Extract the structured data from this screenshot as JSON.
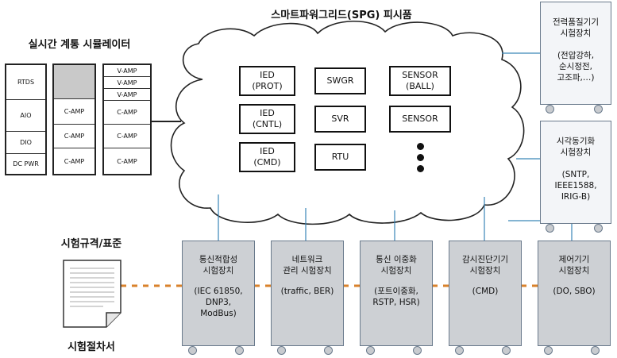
{
  "cloud": {
    "title": "스마트파워그리드(SPG) 피시품"
  },
  "simulator": {
    "title": "실시간 계통 시뮬레이터",
    "col1": [
      "RTDS",
      "AIO",
      "DIO",
      "DC PWR"
    ],
    "col2": [
      "",
      "C-AMP",
      "C-AMP",
      "C-AMP"
    ],
    "col3": [
      "V-AMP",
      "V-AMP",
      "V-AMP",
      "C-AMP",
      "C-AMP",
      "C-AMP"
    ]
  },
  "devices": [
    {
      "line1": "IED",
      "line2": "(PROT)"
    },
    {
      "line1": "SWGR",
      "line2": ""
    },
    {
      "line1": "SENSOR",
      "line2": "(BALL)"
    },
    {
      "line1": "IED",
      "line2": "(CNTL)"
    },
    {
      "line1": "SVR",
      "line2": ""
    },
    {
      "line1": "SENSOR",
      "line2": ""
    },
    {
      "line1": "IED",
      "line2": "(CMD)"
    },
    {
      "line1": "RTU",
      "line2": ""
    }
  ],
  "standards": {
    "title": "시험규격/표준",
    "doc_label": "시험절차서"
  },
  "bottom_equipment": [
    {
      "title1": "통신적합성",
      "title2": "시험장치",
      "detail": [
        "(IEC 61850,",
        "DNP3,",
        "ModBus)"
      ]
    },
    {
      "title1": "네트워크",
      "title2": "관리 시험장치",
      "detail": [
        "(traffic, BER)"
      ]
    },
    {
      "title1": "통신 이중화",
      "title2": "시험장치",
      "detail": [
        "(포트이중화,",
        "RSTP, HSR)"
      ]
    },
    {
      "title1": "감시진단기기",
      "title2": "시험장치",
      "detail": [
        "(CMD)"
      ]
    },
    {
      "title1": "제어기기",
      "title2": "시험장치",
      "detail": [
        "(DO, SBO)"
      ]
    }
  ],
  "right_equipment": [
    {
      "title1": "전력품질기기",
      "title2": "시험장치",
      "detail": [
        "(전압강하,",
        "순시정전,",
        "고조파,…)"
      ]
    },
    {
      "title1": "시각동기화",
      "title2": "시험장치",
      "detail": [
        "(SNTP,",
        "IEEE1588,",
        "IRIG-B)"
      ]
    }
  ],
  "colors": {
    "connector_blue": "#3a86b8",
    "dashed_orange": "#d9822b",
    "equipment_gray": "#cdd0d4",
    "equipment_border": "#6a7a8c"
  }
}
